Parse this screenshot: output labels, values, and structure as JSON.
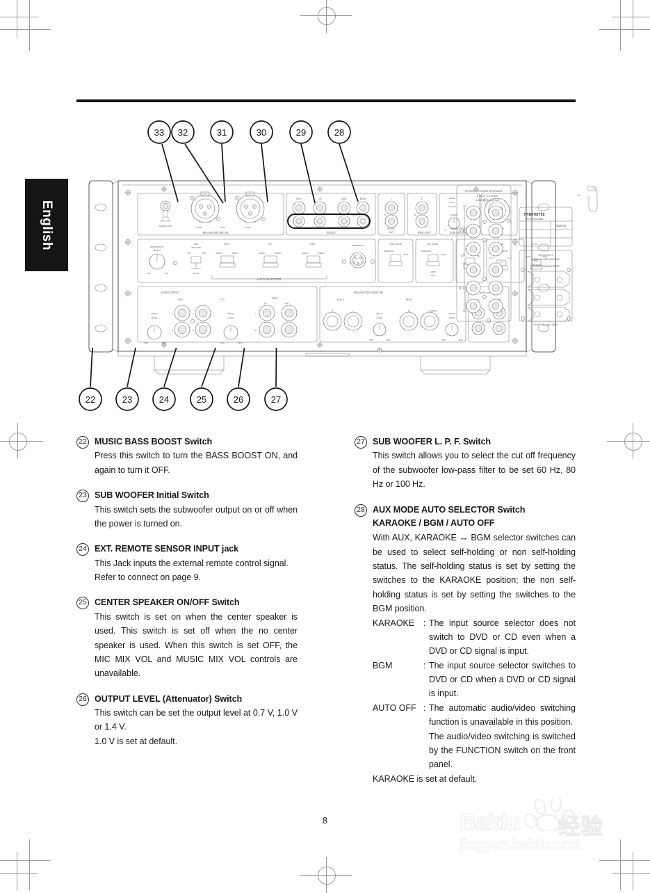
{
  "document": {
    "language_tab": "English",
    "page_number": "8"
  },
  "figure": {
    "caption_numbers_top": [
      "33",
      "32",
      "31",
      "30",
      "29",
      "28"
    ],
    "caption_numbers_bottom": [
      "22",
      "23",
      "24",
      "25",
      "26",
      "27"
    ],
    "panel_labels": {
      "signal_gnd": "SIGNAL GND",
      "balanced_mic_in": "BALANCED MIC IN",
      "mic_pins": [
        "1 GND",
        "2 HOT",
        "3 COLD"
      ],
      "video": "VIDEO",
      "video_inputs": [
        "DVD",
        "CD",
        "AUX",
        "BGM"
      ],
      "video_out": "OUT",
      "music_out": "MUSIC OUT",
      "pre_out": "PRE OUT",
      "sub_woofer_out": "SUB WOOFER OUT",
      "unbalanced": "UNBALANCED",
      "balanced": "BALANCED",
      "phase": "PHASE",
      "phase_range": [
        "0°",
        "180°"
      ],
      "xlr_pins": [
        "1 GND",
        "2 HOT",
        "3 COLD"
      ],
      "speaker_systems_impedance": "SPEAKER SYSTEMS IMPEDANCE",
      "impedance_note_1": "A OR B : 4-8 OHMS",
      "impedance_note_2": "A AND B : 8-16 OHMS",
      "speaker_groups": [
        "A",
        "B"
      ],
      "speaker_channels": [
        "L",
        "R",
        "C"
      ],
      "brand": "marantz",
      "brand_sub": "PROFESSIONAL",
      "model": "MZK06",
      "ac_outlets": "AC OUTLETS",
      "ac_note": "SAME AS LINE VOLTAGE",
      "unswitched": "UNSWITCHD MAX 200W",
      "switched": "SWITCHD MAX 100W",
      "bass_boost_select": "BASS BOOST SELECT",
      "sub_woofer": "SUB WOOFER",
      "sub_woofer_positions": [
        "ON",
        "OFF"
      ],
      "initial": "INITIAL",
      "auto_selector": "AUTO SELECTOR",
      "auto_selector_sources": [
        "DVD",
        "CD",
        "AUX"
      ],
      "auto_selector_modes": [
        "AUDIO",
        "VIDEO"
      ],
      "remote_in": "REMOTE IN",
      "tape_mode": "TAPE MODE",
      "tape_mode_positions": [
        "KARAOKE",
        "BGM"
      ],
      "aux_mode": "AUX MODE",
      "aux_mode_positions": [
        "KARAOKE",
        "BGM",
        "AUTO OFF"
      ],
      "center_speaker": "CENTER SPEAKER",
      "center_speaker_positions": [
        "OFF",
        "ON"
      ],
      "music_out_attenuator": "MUSIC OUT ATTENUATOR",
      "attenuator_positions": [
        "0.7 V",
        "1.0 V",
        "1.4 V"
      ],
      "lpf": "L.P.F.",
      "lpf_positions": [
        "60 Hz",
        "80 Hz",
        "100 Hz"
      ],
      "audio_input": "AUDIO INPUT",
      "audio_inputs": [
        "DVD",
        "CD",
        "TAPE",
        "AUX 1"
      ],
      "tape_io": [
        "IN",
        "OUT"
      ],
      "input_level": "INPUT LEVEL",
      "level_range": [
        "MIN",
        "MAX"
      ],
      "balanced_audio_in": "BALANCED AUDIO IN",
      "balanced_audio_channels": [
        "AUX 1",
        "BGM"
      ],
      "mono": "L / MONO",
      "music_effector": "MUSIC EFFECTOR",
      "music_effector_io": [
        "IN",
        "OUT"
      ],
      "channels_lr": [
        "L",
        "R"
      ]
    }
  },
  "content": {
    "left_column": [
      {
        "number": "22",
        "title": "MUSIC BASS BOOST Switch",
        "paragraphs": [
          "Press this switch to turn the BASS BOOST ON, and again to turn it OFF."
        ]
      },
      {
        "number": "23",
        "title": "SUB WOOFER Initial Switch",
        "paragraphs": [
          "This switch sets the subwoofer output on or off when the power is turned on."
        ]
      },
      {
        "number": "24",
        "title": "EXT. REMOTE SENSOR INPUT jack",
        "paragraphs": [
          "This Jack inputs the external remote control signal.",
          "Refer to connect on page 9."
        ]
      },
      {
        "number": "25",
        "title": "CENTER SPEAKER ON/OFF Switch",
        "paragraphs": [
          "This switch is set on when the center speaker is used. This switch is set off when the no center speaker is used.  When this switch is set OFF, the MIC MIX VOL and MUSIC MIX VOL controls are unavailable."
        ]
      },
      {
        "number": "26",
        "title": "OUTPUT LEVEL (Attenuator) Switch",
        "paragraphs": [
          "This switch can be set the output level at 0.7 V, 1.0 V or 1.4 V.",
          "1.0 V is set at default."
        ]
      }
    ],
    "right_column": [
      {
        "number": "27",
        "title": "SUB WOOFER L. P. F. Switch",
        "paragraphs": [
          "This switch allows you to select the cut off frequency of the subwoofer low-pass filter to be set 60 Hz, 80 Hz or 100 Hz."
        ]
      },
      {
        "number": "28",
        "title": "AUX MODE AUTO SELECTOR Switch",
        "subtitle": "KARAOKE / BGM / AUTO OFF",
        "intro_before_arrow": "With AUX, KARAOKE ",
        "arrow": "↔",
        "intro_after_arrow": " BGM selector switches can be used to select self-holding or non self-holding status. The self-holding status is set by setting the switches to the KARAOKE position; the non self-holding status is set by setting the switches to the BGM position.",
        "definitions": [
          {
            "term": "KARAOKE",
            "colon": ":",
            "body": "The input source selector does not switch to DVD or CD even when a DVD or CD signal is input."
          },
          {
            "term": "BGM",
            "colon": ":",
            "body": "The input source selector switches to DVD or CD when a DVD or CD signal is input."
          },
          {
            "term": "AUTO OFF",
            "colon": ":",
            "body": "The automatic audio/video switching function is unavailable in this position.",
            "extra": "The audio/video switching is switched by the FUNCTION switch on the front panel."
          }
        ],
        "footer": "KARAOKE is set at default."
      }
    ]
  },
  "watermark": {
    "brand": "Baidu",
    "cn": "经验",
    "url": "jingyan.baidu.com"
  },
  "colors": {
    "ink": "#1a1a1a",
    "rule": "#111111",
    "tab_bg": "#151515",
    "regmark": "#9a9a9a",
    "watermark": "#dadada"
  }
}
